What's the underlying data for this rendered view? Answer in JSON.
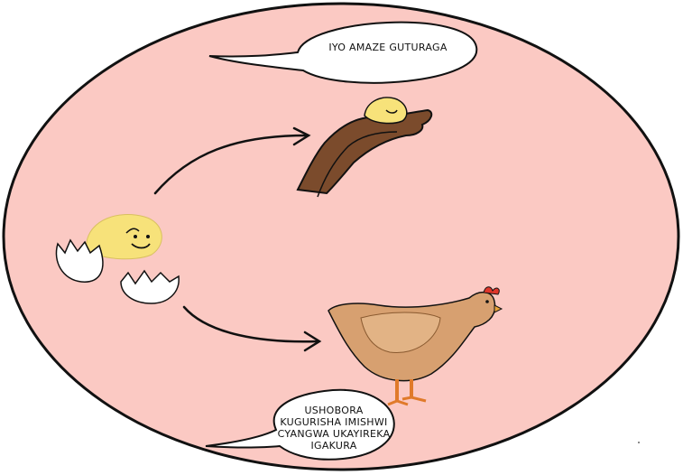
{
  "background_color": "#ffffff",
  "oval_fill": "#fbc9c3",
  "speech_bubbles": [
    {
      "text": "IYO AMAZE GUTURAGA"
    },
    {
      "lines": [
        "USHOBORA",
        "KUGURISHA IMISHWI",
        "CYANGWA UKAYIREKA",
        "IGAKURA"
      ]
    }
  ],
  "icons": {
    "chick": "hatching-chick-icon",
    "eggshell": "broken-eggshell-icon",
    "hands": "hands-holding-chick-icon",
    "hen": "grown-hen-icon"
  }
}
